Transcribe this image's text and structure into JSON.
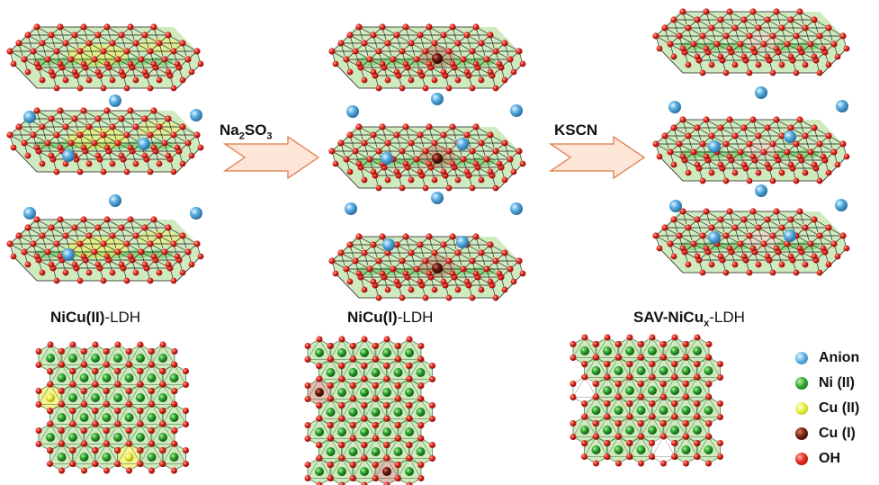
{
  "stages": [
    {
      "label_main": "NiCu(II)",
      "label_suffix": "-LDH"
    },
    {
      "label_main": "NiCu(I)",
      "label_suffix": "-LDH"
    },
    {
      "label_main": "SAV-NiCu",
      "label_sub": "x",
      "label_suffix": "-LDH"
    }
  ],
  "arrows": [
    {
      "reagent_a": "Na",
      "reagent_sub1": "2",
      "reagent_b": "SO",
      "reagent_sub2": "3"
    },
    {
      "reagent": "KSCN"
    }
  ],
  "legend": [
    {
      "label": "Anion",
      "color": "#5aaee0"
    },
    {
      "label": "Ni (II)",
      "color": "#2e9e2e"
    },
    {
      "label": "Cu (II)",
      "color": "#e6ee3c"
    },
    {
      "label": "Cu (I)",
      "color": "#6b1a0a"
    },
    {
      "label": "OH",
      "color": "#e0201e"
    }
  ],
  "colors": {
    "octahedron_fill": "#a8d88a",
    "ni_center": "#2e9e2e",
    "oh_node": "#e0201e",
    "arrow_fill": "#fde6d8",
    "arrow_stroke": "#e07a4a"
  }
}
